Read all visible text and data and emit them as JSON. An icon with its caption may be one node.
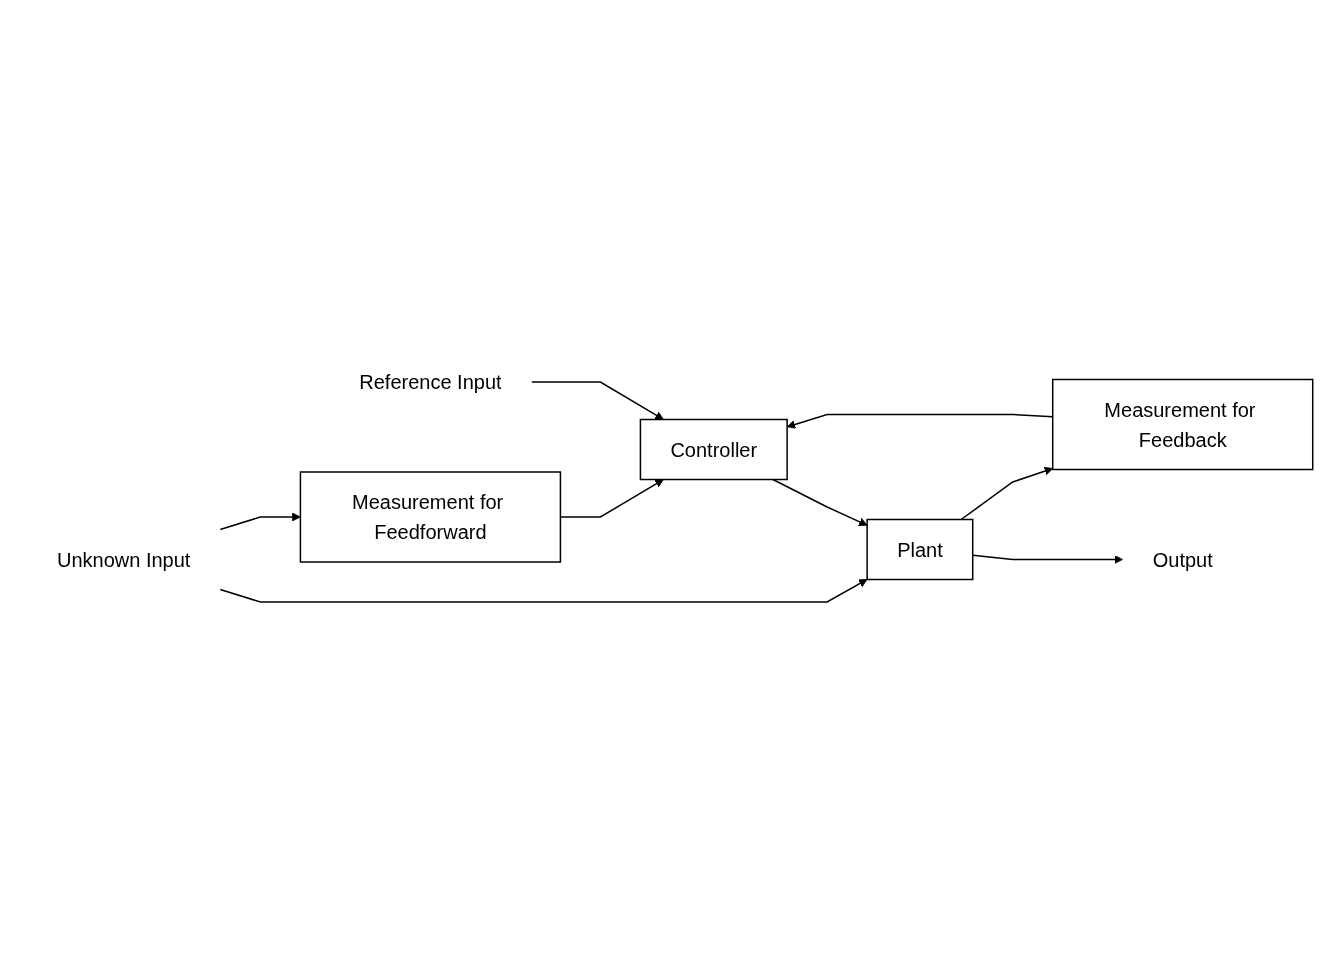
{
  "diagram": {
    "nodes": [
      {
        "text": [
          "Reference Input"
        ]
      },
      {
        "text": [
          "Controller"
        ]
      },
      {
        "text": [
          "Plant"
        ]
      },
      {
        "text": [
          "Output"
        ]
      },
      {
        "text": [
          "Unknown Input"
        ]
      },
      {
        "text": [
          "Measurement for Feedforward"
        ]
      },
      {
        "text": [
          "Measurement for Feedback"
        ]
      }
    ],
    "edges": [
      {
        "from": 0,
        "to": 1,
        "arrow": "to"
      },
      {
        "from": 1,
        "to": 2,
        "arrow": "to"
      },
      {
        "from": 2,
        "to": 3,
        "arrow": "to"
      },
      {
        "from": 4,
        "to": 2,
        "arrow": "to"
      },
      {
        "from": 4,
        "to": 5,
        "arrow": "to"
      },
      {
        "from": 5,
        "to": 1,
        "arrow": "to"
      },
      {
        "from": 2,
        "to": 6,
        "arrow": "to"
      },
      {
        "from": 6,
        "to": 1,
        "arrow": "to"
      }
    ]
  }
}
